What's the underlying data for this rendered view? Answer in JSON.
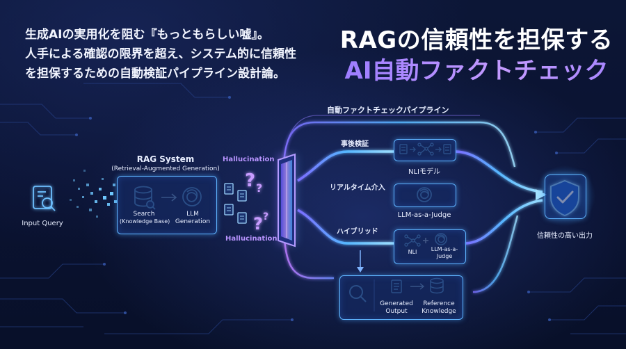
{
  "intro": {
    "line1": "生成AIの実用化を阻む『もっともらしい嘘』。",
    "line2": "人手による確認の限界を超え、システム的に信頼性",
    "line3": "を担保するための自動検証パイプライン設計論。"
  },
  "title": {
    "line1": "RAGの信頼性を担保する",
    "line2": "AI自動ファクトチェック"
  },
  "input": {
    "label": "Input Query",
    "icon": "search-document-icon"
  },
  "rag": {
    "title": "RAG System",
    "subtitle": "(Retrieval-Augmented Generation)",
    "search_label": "Search",
    "search_sub": "(Knowledge Base)",
    "llm_label1": "LLM",
    "llm_label2": "Generation"
  },
  "hallucination": {
    "top": "Hallucination",
    "bottom": "Hallucination"
  },
  "pipeline": {
    "title": "自動ファクトチェックパイプライン",
    "post": {
      "label": "事後検証",
      "model": "NLIモデル"
    },
    "realtime": {
      "label": "リアルタイム介入",
      "model": "LLM-as-a-Judge"
    },
    "hybrid": {
      "label": "ハイブリッド",
      "nli": "NLI",
      "judge1": "LLM-as-a-",
      "judge2": "Judge"
    },
    "bottom": {
      "generated1": "Generated",
      "generated2": "Output",
      "reference1": "Reference",
      "reference2": "Knowledge"
    }
  },
  "output": {
    "label": "信頼性の高い出力",
    "icon": "shield-check-icon"
  },
  "colors": {
    "background": "#0a1230",
    "accent_blue": "#5fb4ff",
    "accent_purple": "#b48cff",
    "shield": "#3fa0ff"
  }
}
